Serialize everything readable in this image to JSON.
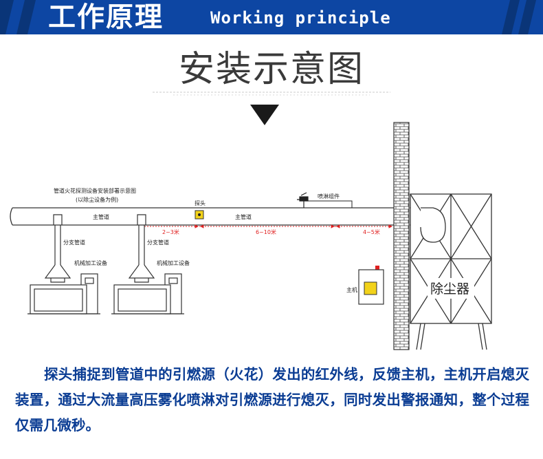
{
  "banner": {
    "title_cn": "工作原理",
    "title_en": "Working principle",
    "colors": {
      "bg": "#0d46a3",
      "stripe": "#0a3578"
    }
  },
  "diagram_title": "安装示意图",
  "diagram": {
    "caption_line1": "管道火花探测设备安装部署示意图",
    "caption_line2": "(以除尘设备为例)",
    "probe_label": "探头",
    "spray_label": "喷淋组件",
    "main_pipe_left": "主管道",
    "main_pipe_right": "主管道",
    "branch_pipe_left": "分支管道",
    "branch_pipe_right": "分支管道",
    "machine_left": "机械加工设备",
    "machine_right": "机械加工设备",
    "dim_1": "2~3米",
    "dim_2": "6~10米",
    "dim_3": "4~5米",
    "host_label": "主机",
    "collector_label": "除尘器",
    "colors": {
      "dimension": "#e02020",
      "probe": "#f2d21a",
      "host": "#f2d21a",
      "lines": "#333333"
    }
  },
  "description": "探头捕捉到管道中的引燃源（火花）发出的红外线，反馈主机，主机开启熄灭装置，通过大流量高压雾化喷淋对引燃源进行熄灭，同时发出警报通知，整个过程仅需几微秒。"
}
